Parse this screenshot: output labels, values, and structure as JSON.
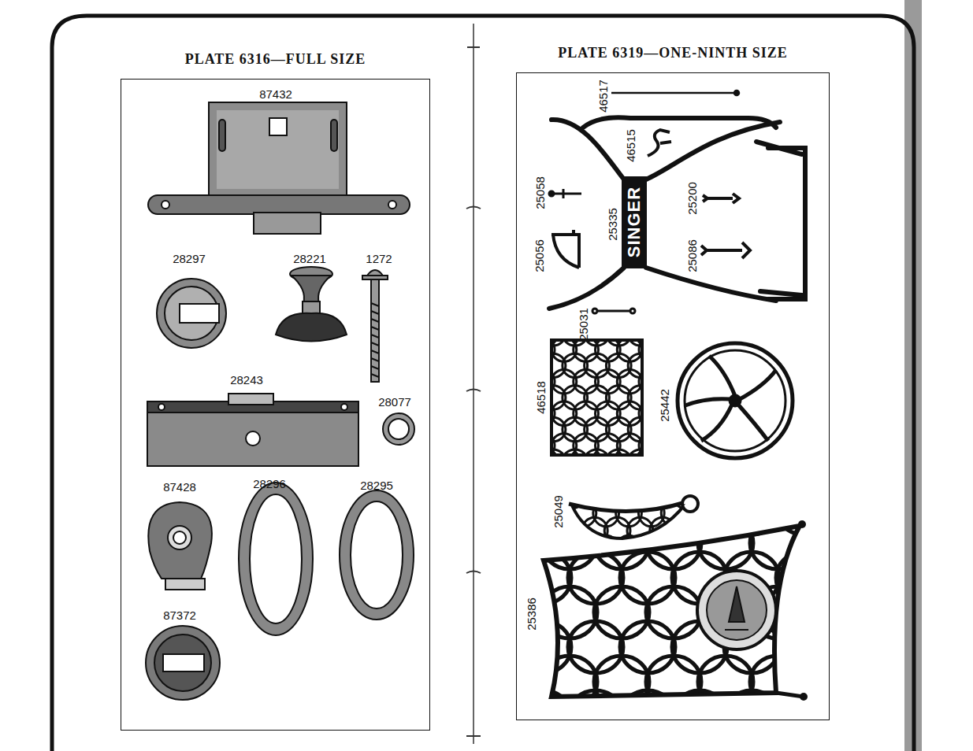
{
  "diagram": {
    "nodes": [
      {
        "text": [
          "PLATE 6316—FULL SIZE"
        ]
      },
      {
        "text": [
          "PLATE 6319—ONE-NINTH SIZE"
        ]
      }
    ],
    "labels": [
      "87432",
      "28297",
      "28221",
      "1272",
      "28243",
      "28077",
      "87428",
      "28296",
      "28295",
      "87372",
      "46517",
      "46515",
      "25058",
      "25335",
      "SINGER",
      "25200",
      "25086",
      "25056",
      "25031",
      "46518",
      "25442",
      "25049",
      "25386"
    ]
  }
}
